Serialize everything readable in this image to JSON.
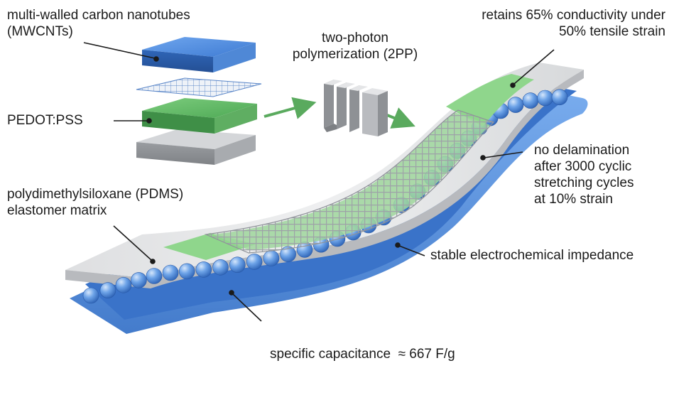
{
  "labels": {
    "mwcnt": [
      "multi-walled carbon nanotubes",
      "(MWCNTs)"
    ],
    "tpp": [
      "two-photon",
      "polymerization (2PP)"
    ],
    "pedot": "PEDOT:PSS",
    "conductivity": [
      "retains 65% conductivity under",
      "50% tensile strain"
    ],
    "delamination": [
      "no delamination",
      "after 3000 cyclic",
      "stretching cycles",
      "at 10% strain"
    ],
    "pdms": [
      "polydimethylsiloxane (PDMS)",
      "elastomer matrix"
    ],
    "impedance": "stable electrochemical impedance",
    "capacitance": "specific capacitance  ≈ 667 F/g"
  },
  "colors": {
    "mwcnt_layer": "#3f7fd6",
    "pedot_layer": "#55b05a",
    "pdms_layer": "#c7c9cc",
    "electrode_pad": "#8fd68c",
    "blue_base": "#4e8fe0",
    "arrow": "#5aaa5e"
  }
}
